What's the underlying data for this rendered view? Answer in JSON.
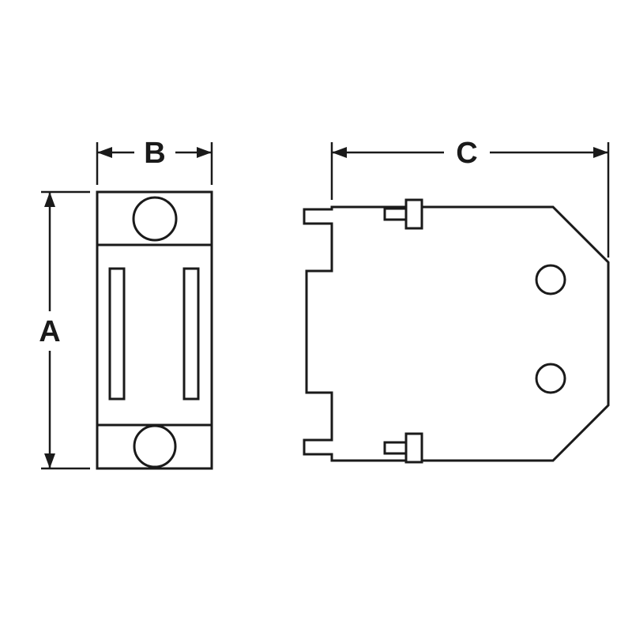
{
  "drawing": {
    "type": "technical-dimension-drawing",
    "background_color": "#ffffff",
    "line_color": "#1a1a1a",
    "labels": {
      "height_dimension": "A",
      "width_dimension": "B",
      "depth_dimension": "C"
    },
    "views": {
      "front_view": {
        "description": "rectangular body, two mounting holes (top and bottom), two vertical slots in middle section",
        "dimensions_shown": [
          "A",
          "B"
        ]
      },
      "side_view": {
        "description": "bracket profile with chamfered right corners, two holes, two screw studs protruding top and bottom, stepped left edge with tabs",
        "dimensions_shown": [
          "C"
        ]
      }
    }
  }
}
